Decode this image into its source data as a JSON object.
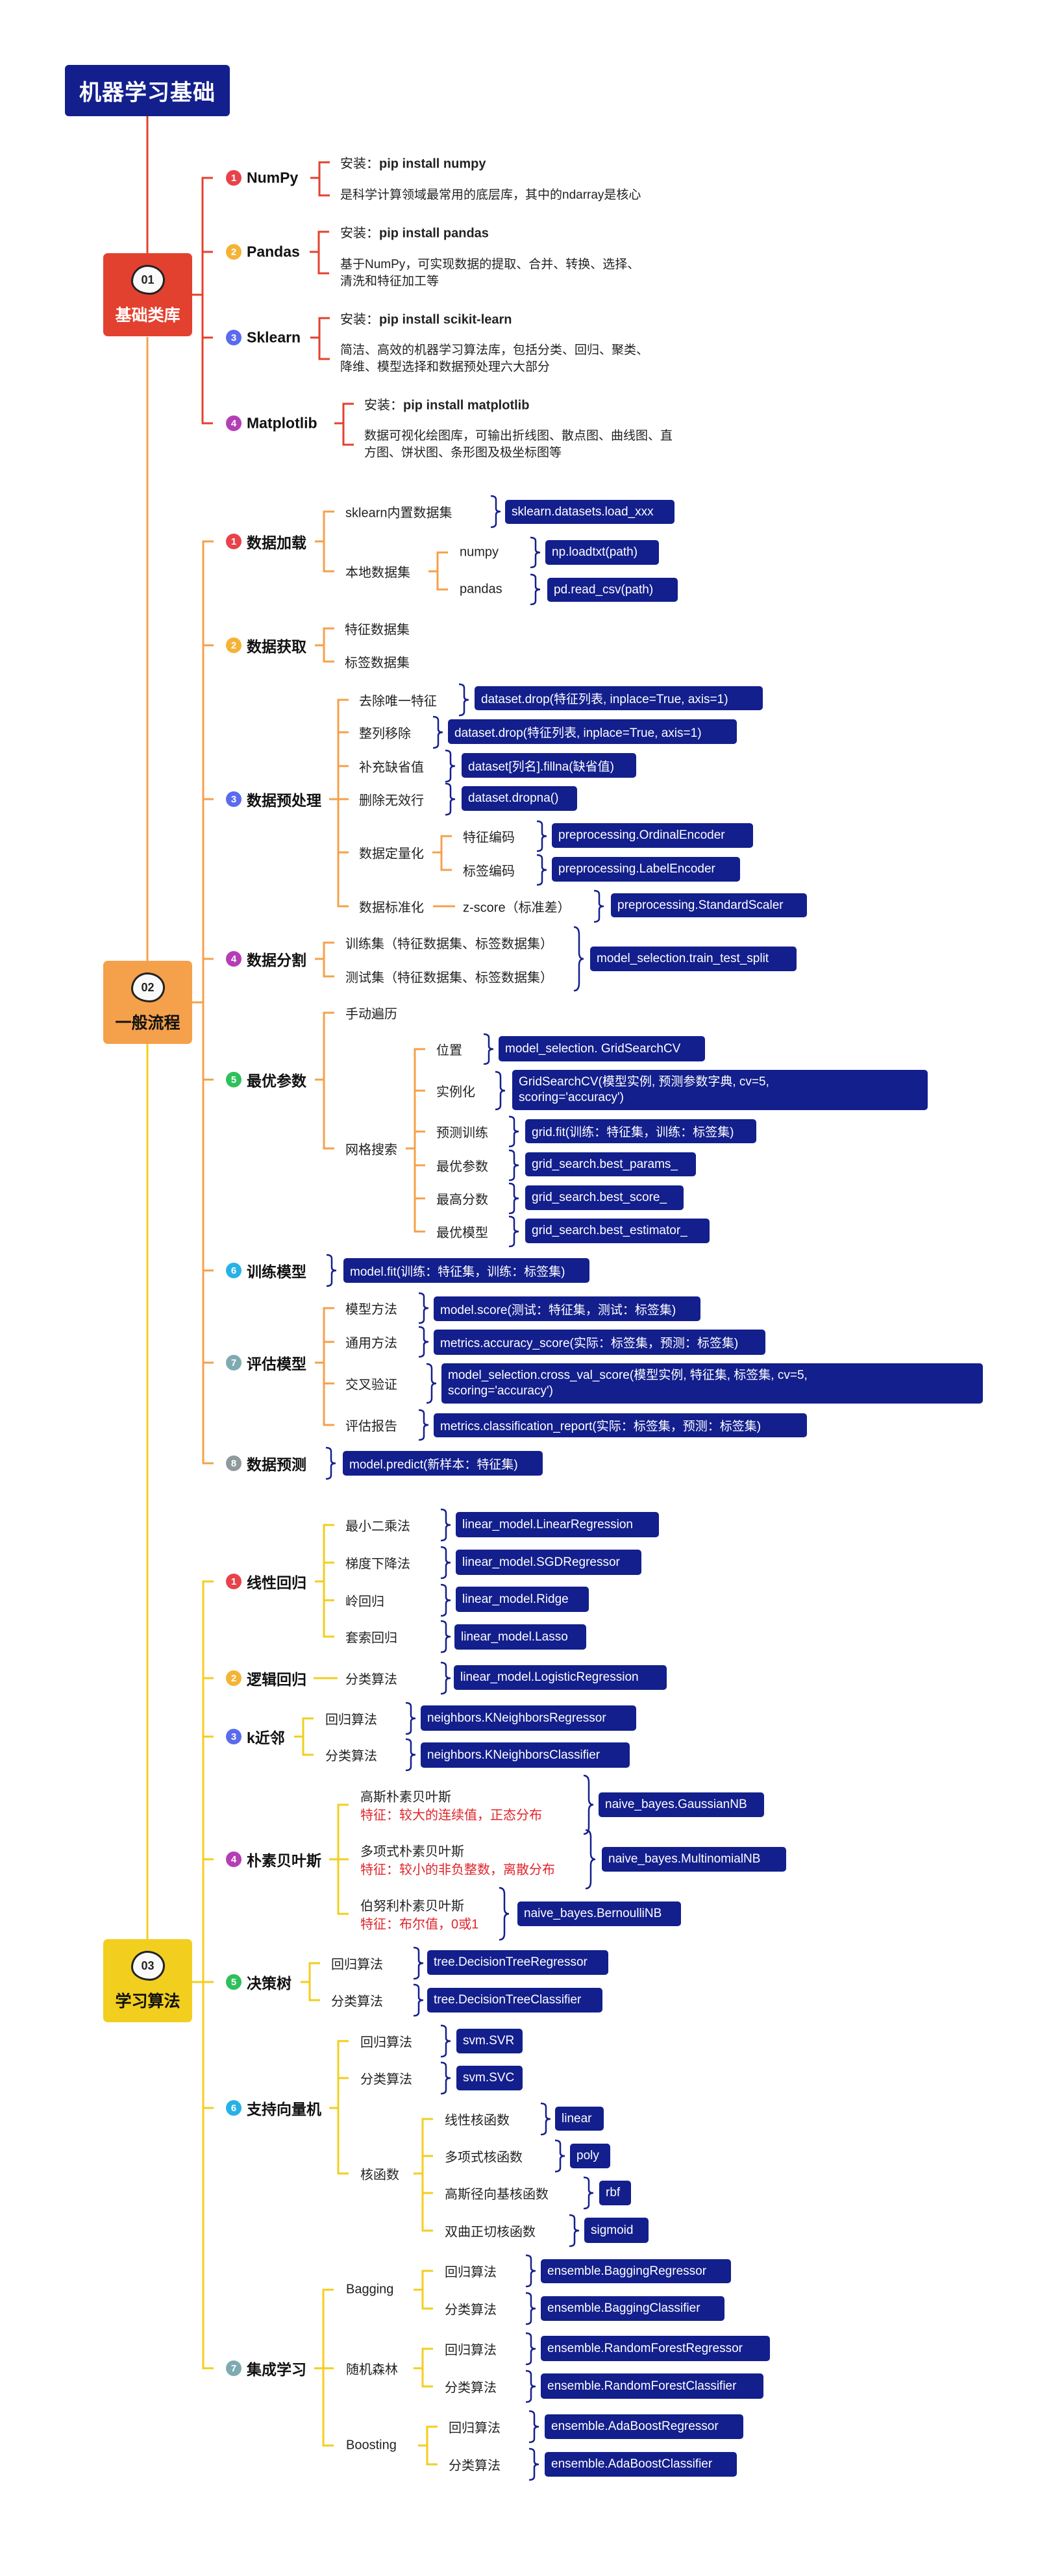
{
  "title": "机器学习基础",
  "colors": {
    "section1": "#E3412F",
    "section2": "#F5A04A",
    "section3": "#F2CE1E",
    "api_box": "#131F8C",
    "feature_text": "#E0242A"
  },
  "badge_colors": [
    "#E8424A",
    "#F5B335",
    "#5A6BEF",
    "#B53EB6",
    "#2EC05B",
    "#27B2E6",
    "#7FAAB1",
    "#8E9A9C"
  ],
  "s1": {
    "num": "01",
    "label": "基础类库",
    "items": [
      {
        "badge": "1",
        "label": "NumPy",
        "install_prefix": "安装：",
        "install_cmd": "pip install numpy",
        "desc": "是科学计算领域最常用的底层库，其中的ndarray是核心"
      },
      {
        "badge": "2",
        "label": "Pandas",
        "install_prefix": "安装：",
        "install_cmd": "pip install pandas",
        "desc": "基于NumPy，可实现数据的提取、合并、转换、选择、\n清洗和特征加工等"
      },
      {
        "badge": "3",
        "label": "Sklearn",
        "install_prefix": "安装：",
        "install_cmd": "pip install scikit-learn",
        "desc": "简洁、高效的机器学习算法库，包括分类、回归、聚类、\n降维、模型选择和数据预处理六大部分"
      },
      {
        "badge": "4",
        "label": "Matplotlib",
        "install_prefix": "安装：",
        "install_cmd": "pip install matplotlib",
        "desc": "数据可视化绘图库，可输出折线图、散点图、曲线图、直\n方图、饼状图、条形图及极坐标图等"
      }
    ]
  },
  "s2": {
    "num": "02",
    "label": "一般流程",
    "load": {
      "badge": "1",
      "label": "数据加载",
      "builtin": "sklearn内置数据集",
      "builtin_api": "sklearn.datasets.load_xxx",
      "local": "本地数据集",
      "numpy": "numpy",
      "numpy_api": "np.loadtxt(path)",
      "pandas": "pandas",
      "pandas_api": "pd.read_csv(path)"
    },
    "acquire": {
      "badge": "2",
      "label": "数据获取",
      "features": "特征数据集",
      "labels": "标签数据集"
    },
    "preprocess": {
      "badge": "3",
      "label": "数据预处理",
      "steps": [
        {
          "label": "去除唯一特征",
          "api": "dataset.drop(特征列表, inplace=True, axis=1)"
        },
        {
          "label": "整列移除",
          "api": "dataset.drop(特征列表, inplace=True, axis=1)"
        },
        {
          "label": "补充缺省值",
          "api": "dataset[列名].fillna(缺省值)"
        },
        {
          "label": "删除无效行",
          "api": "dataset.dropna()"
        }
      ],
      "quantify": {
        "label": "数据定量化",
        "feature": "特征编码",
        "feature_api": "preprocessing.OrdinalEncoder",
        "target": "标签编码",
        "target_api": "preprocessing.LabelEncoder"
      },
      "standardize": {
        "label": "数据标准化",
        "method": "z-score（标准差）",
        "api": "preprocessing.StandardScaler"
      }
    },
    "split": {
      "badge": "4",
      "label": "数据分割",
      "train": "训练集（特征数据集、标签数据集）",
      "test": "测试集（特征数据集、标签数据集）",
      "api": "model_selection.train_test_split"
    },
    "tune": {
      "badge": "5",
      "label": "最优参数",
      "manual": "手动遍历",
      "grid": "网格搜索",
      "steps": [
        {
          "label": "位置",
          "api": "model_selection. GridSearchCV"
        },
        {
          "label": "实例化",
          "api": "GridSearchCV(模型实例, 预测参数字典, cv=5,\nscoring='accuracy')"
        },
        {
          "label": "预测训练",
          "api": "grid.fit(训练：特征集，训练：标签集)"
        },
        {
          "label": "最优参数",
          "api": "grid_search.best_params_"
        },
        {
          "label": "最高分数",
          "api": "grid_search.best_score_"
        },
        {
          "label": "最优模型",
          "api": "grid_search.best_estimator_"
        }
      ]
    },
    "train": {
      "badge": "6",
      "label": "训练模型",
      "api": "model.fit(训练：特征集，训练：标签集)"
    },
    "evaluate": {
      "badge": "7",
      "label": "评估模型",
      "steps": [
        {
          "label": "模型方法",
          "api": "model.score(测试：特征集，测试：标签集)"
        },
        {
          "label": "通用方法",
          "api": "metrics.accuracy_score(实际：标签集，预测：标签集)"
        },
        {
          "label": "交叉验证",
          "api": "model_selection.cross_val_score(模型实例, 特征集, 标签集, cv=5,\nscoring='accuracy')"
        },
        {
          "label": "评估报告",
          "api": "metrics.classification_report(实际：标签集，预测：标签集)"
        }
      ]
    },
    "predict": {
      "badge": "8",
      "label": "数据预测",
      "api": "model.predict(新样本：特征集)"
    }
  },
  "s3": {
    "num": "03",
    "label": "学习算法",
    "linear": {
      "badge": "1",
      "label": "线性回归",
      "methods": [
        {
          "label": "最小二乘法",
          "api": "linear_model.LinearRegression"
        },
        {
          "label": "梯度下降法",
          "api": "linear_model.SGDRegressor"
        },
        {
          "label": "岭回归",
          "api": "linear_model.Ridge"
        },
        {
          "label": "套索回归",
          "api": "linear_model.Lasso"
        }
      ]
    },
    "logistic": {
      "badge": "2",
      "label": "逻辑回归",
      "method": "分类算法",
      "api": "linear_model.LogisticRegression"
    },
    "knn": {
      "badge": "3",
      "label": "k近邻",
      "methods": [
        {
          "label": "回归算法",
          "api": "neighbors.KNeighborsRegressor"
        },
        {
          "label": "分类算法",
          "api": "neighbors.KNeighborsClassifier"
        }
      ]
    },
    "nb": {
      "badge": "4",
      "label": "朴素贝叶斯",
      "methods": [
        {
          "label": "高斯朴素贝叶斯",
          "feature": "特征：较大的连续值，正态分布",
          "api": "naive_bayes.GaussianNB"
        },
        {
          "label": "多项式朴素贝叶斯",
          "feature": "特征：较小的非负整数，离散分布",
          "api": "naive_bayes.MultinomialNB"
        },
        {
          "label": "伯努利朴素贝叶斯",
          "feature": "特征：布尔值，0或1",
          "api": "naive_bayes.BernoulliNB"
        }
      ]
    },
    "tree": {
      "badge": "5",
      "label": "决策树",
      "methods": [
        {
          "label": "回归算法",
          "api": "tree.DecisionTreeRegressor"
        },
        {
          "label": "分类算法",
          "api": "tree.DecisionTreeClassifier"
        }
      ]
    },
    "svm": {
      "badge": "6",
      "label": "支持向量机",
      "methods": [
        {
          "label": "回归算法",
          "api": "svm.SVR"
        },
        {
          "label": "分类算法",
          "api": "svm.SVC"
        }
      ],
      "kernel": "核函数",
      "kernels": [
        {
          "label": "线性核函数",
          "api": "linear"
        },
        {
          "label": "多项式核函数",
          "api": "poly"
        },
        {
          "label": "高斯径向基核函数",
          "api": "rbf"
        },
        {
          "label": "双曲正切核函数",
          "api": "sigmoid"
        }
      ]
    },
    "ensemble": {
      "badge": "7",
      "label": "集成学习",
      "groups": [
        {
          "label": "Bagging",
          "methods": [
            {
              "label": "回归算法",
              "api": "ensemble.BaggingRegressor"
            },
            {
              "label": "分类算法",
              "api": "ensemble.BaggingClassifier"
            }
          ]
        },
        {
          "label": "随机森林",
          "methods": [
            {
              "label": "回归算法",
              "api": "ensemble.RandomForestRegressor"
            },
            {
              "label": "分类算法",
              "api": "ensemble.RandomForestClassifier"
            }
          ]
        },
        {
          "label": "Boosting",
          "methods": [
            {
              "label": "回归算法",
              "api": "ensemble.AdaBoostRegressor"
            },
            {
              "label": "分类算法",
              "api": "ensemble.AdaBoostClassifier"
            }
          ]
        }
      ]
    }
  }
}
